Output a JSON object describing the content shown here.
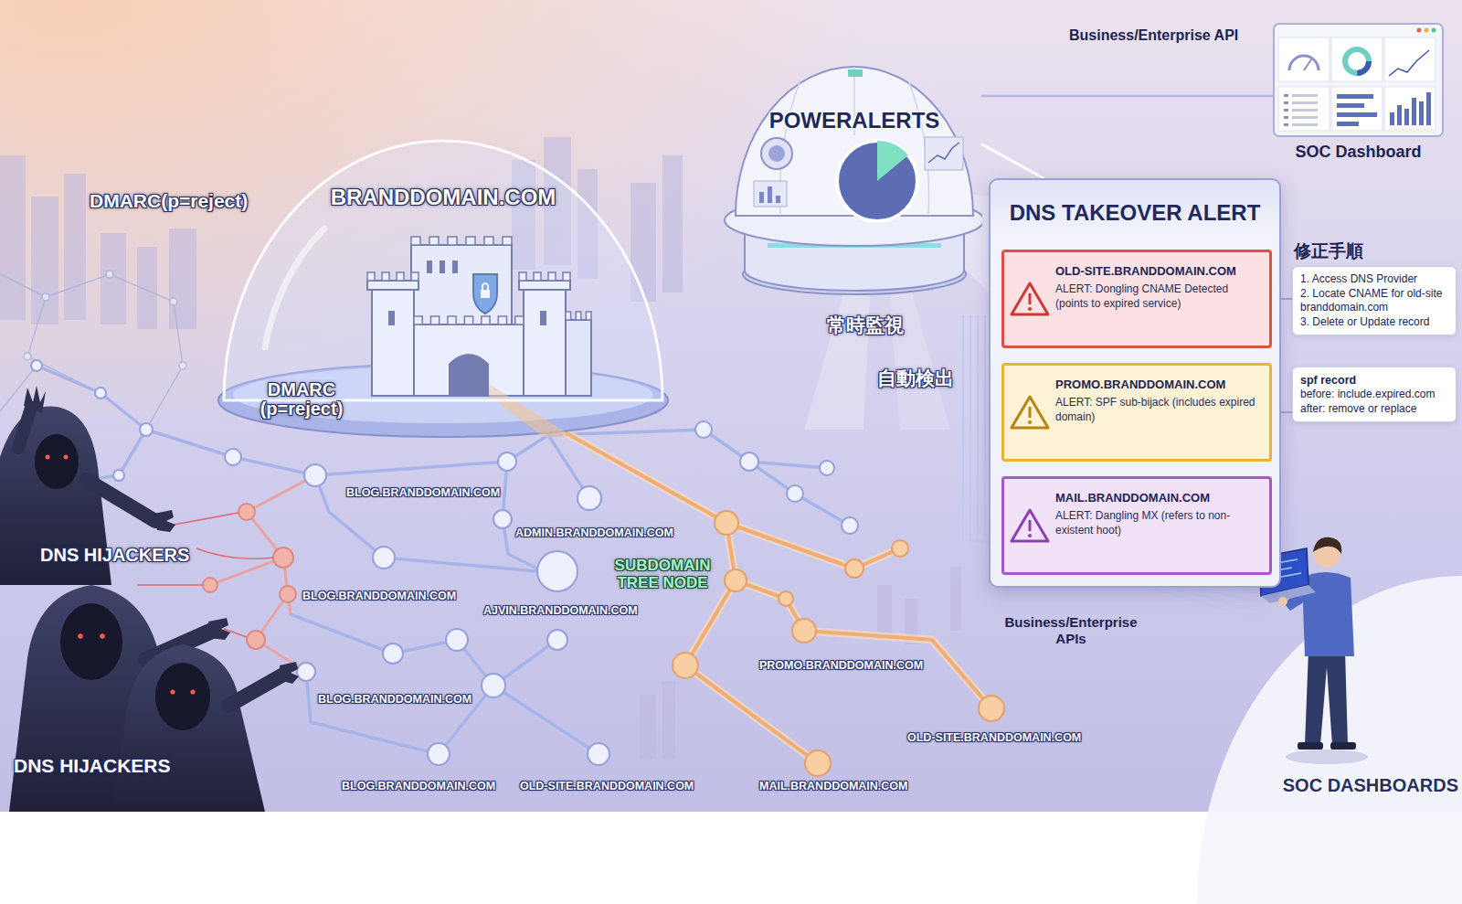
{
  "diagram": {
    "nodes": [
      {
        "text": [
          "BRANDDOMAIN.COM",
          "DMARC (p=reject)"
        ]
      },
      {
        "text": [
          "POWERALERTS"
        ]
      },
      {
        "text": [
          "SOC Dashboard"
        ]
      },
      {
        "text": [
          "DNS TAKEOVER ALERT"
        ]
      },
      {
        "text": [
          "OLD-SITE.BRANDDOMAIN.COM",
          "ALERT: Dongling CNAME Detected (points to expired service)"
        ],
        "in": 3
      },
      {
        "text": [
          "PROMO.BRANDDOMAIN.COM",
          "ALERT: SPF sub-bijack (includes expired domain)"
        ],
        "in": 3
      },
      {
        "text": [
          "MAIL.BRANDDOMAIN.COM",
          "ALERT: Dangling MX (refers to non-existent hoot)"
        ],
        "in": 3
      },
      {
        "text": [
          "修正手順",
          "1. Access DNS Provider",
          "2. Locate CNAME for old-site branddomain.com",
          "3. Delete or Update record"
        ]
      },
      {
        "text": [
          "spf record",
          "before: include.expired.com",
          "after: remove or replace"
        ]
      }
    ],
    "edges": [
      {
        "from": 1,
        "to": 2,
        "arrow": "none"
      },
      {
        "from": 1,
        "to": 3,
        "arrow": "none"
      },
      {
        "from": 4,
        "to": 7,
        "arrow": "none"
      },
      {
        "from": 5,
        "to": 8,
        "arrow": "none"
      }
    ],
    "labels": [
      "DMARC(p=reject)",
      "Business/Enterprise API",
      "常時監視",
      "自動検出",
      "DNS HIJACKERS",
      "DNS HIJACKERS",
      "SUBDOMAIN TREE NODE",
      "BLOG.BRANDDOMAIN.COM",
      "ADMIN.BRANDDOMAIN.COM",
      "BLOG.BRANDDOMAIN.COM",
      "AJVIN.BRANDDOMAIN.COM",
      "BLOG.BRANDDOMAIN.COM",
      "PROMO.BRANDDOMAIN.COM",
      "OLD-SITE.BRANDDOMAIN.COM",
      "BLOG.BRANDDOMAIN.COM",
      "OLD-SITE.BRANDDOMAIN.COM",
      "MAIL.BRANDDOMAIN.COM",
      "Business/Enterprise APIs",
      "SOC DASHBOARDS"
    ]
  }
}
